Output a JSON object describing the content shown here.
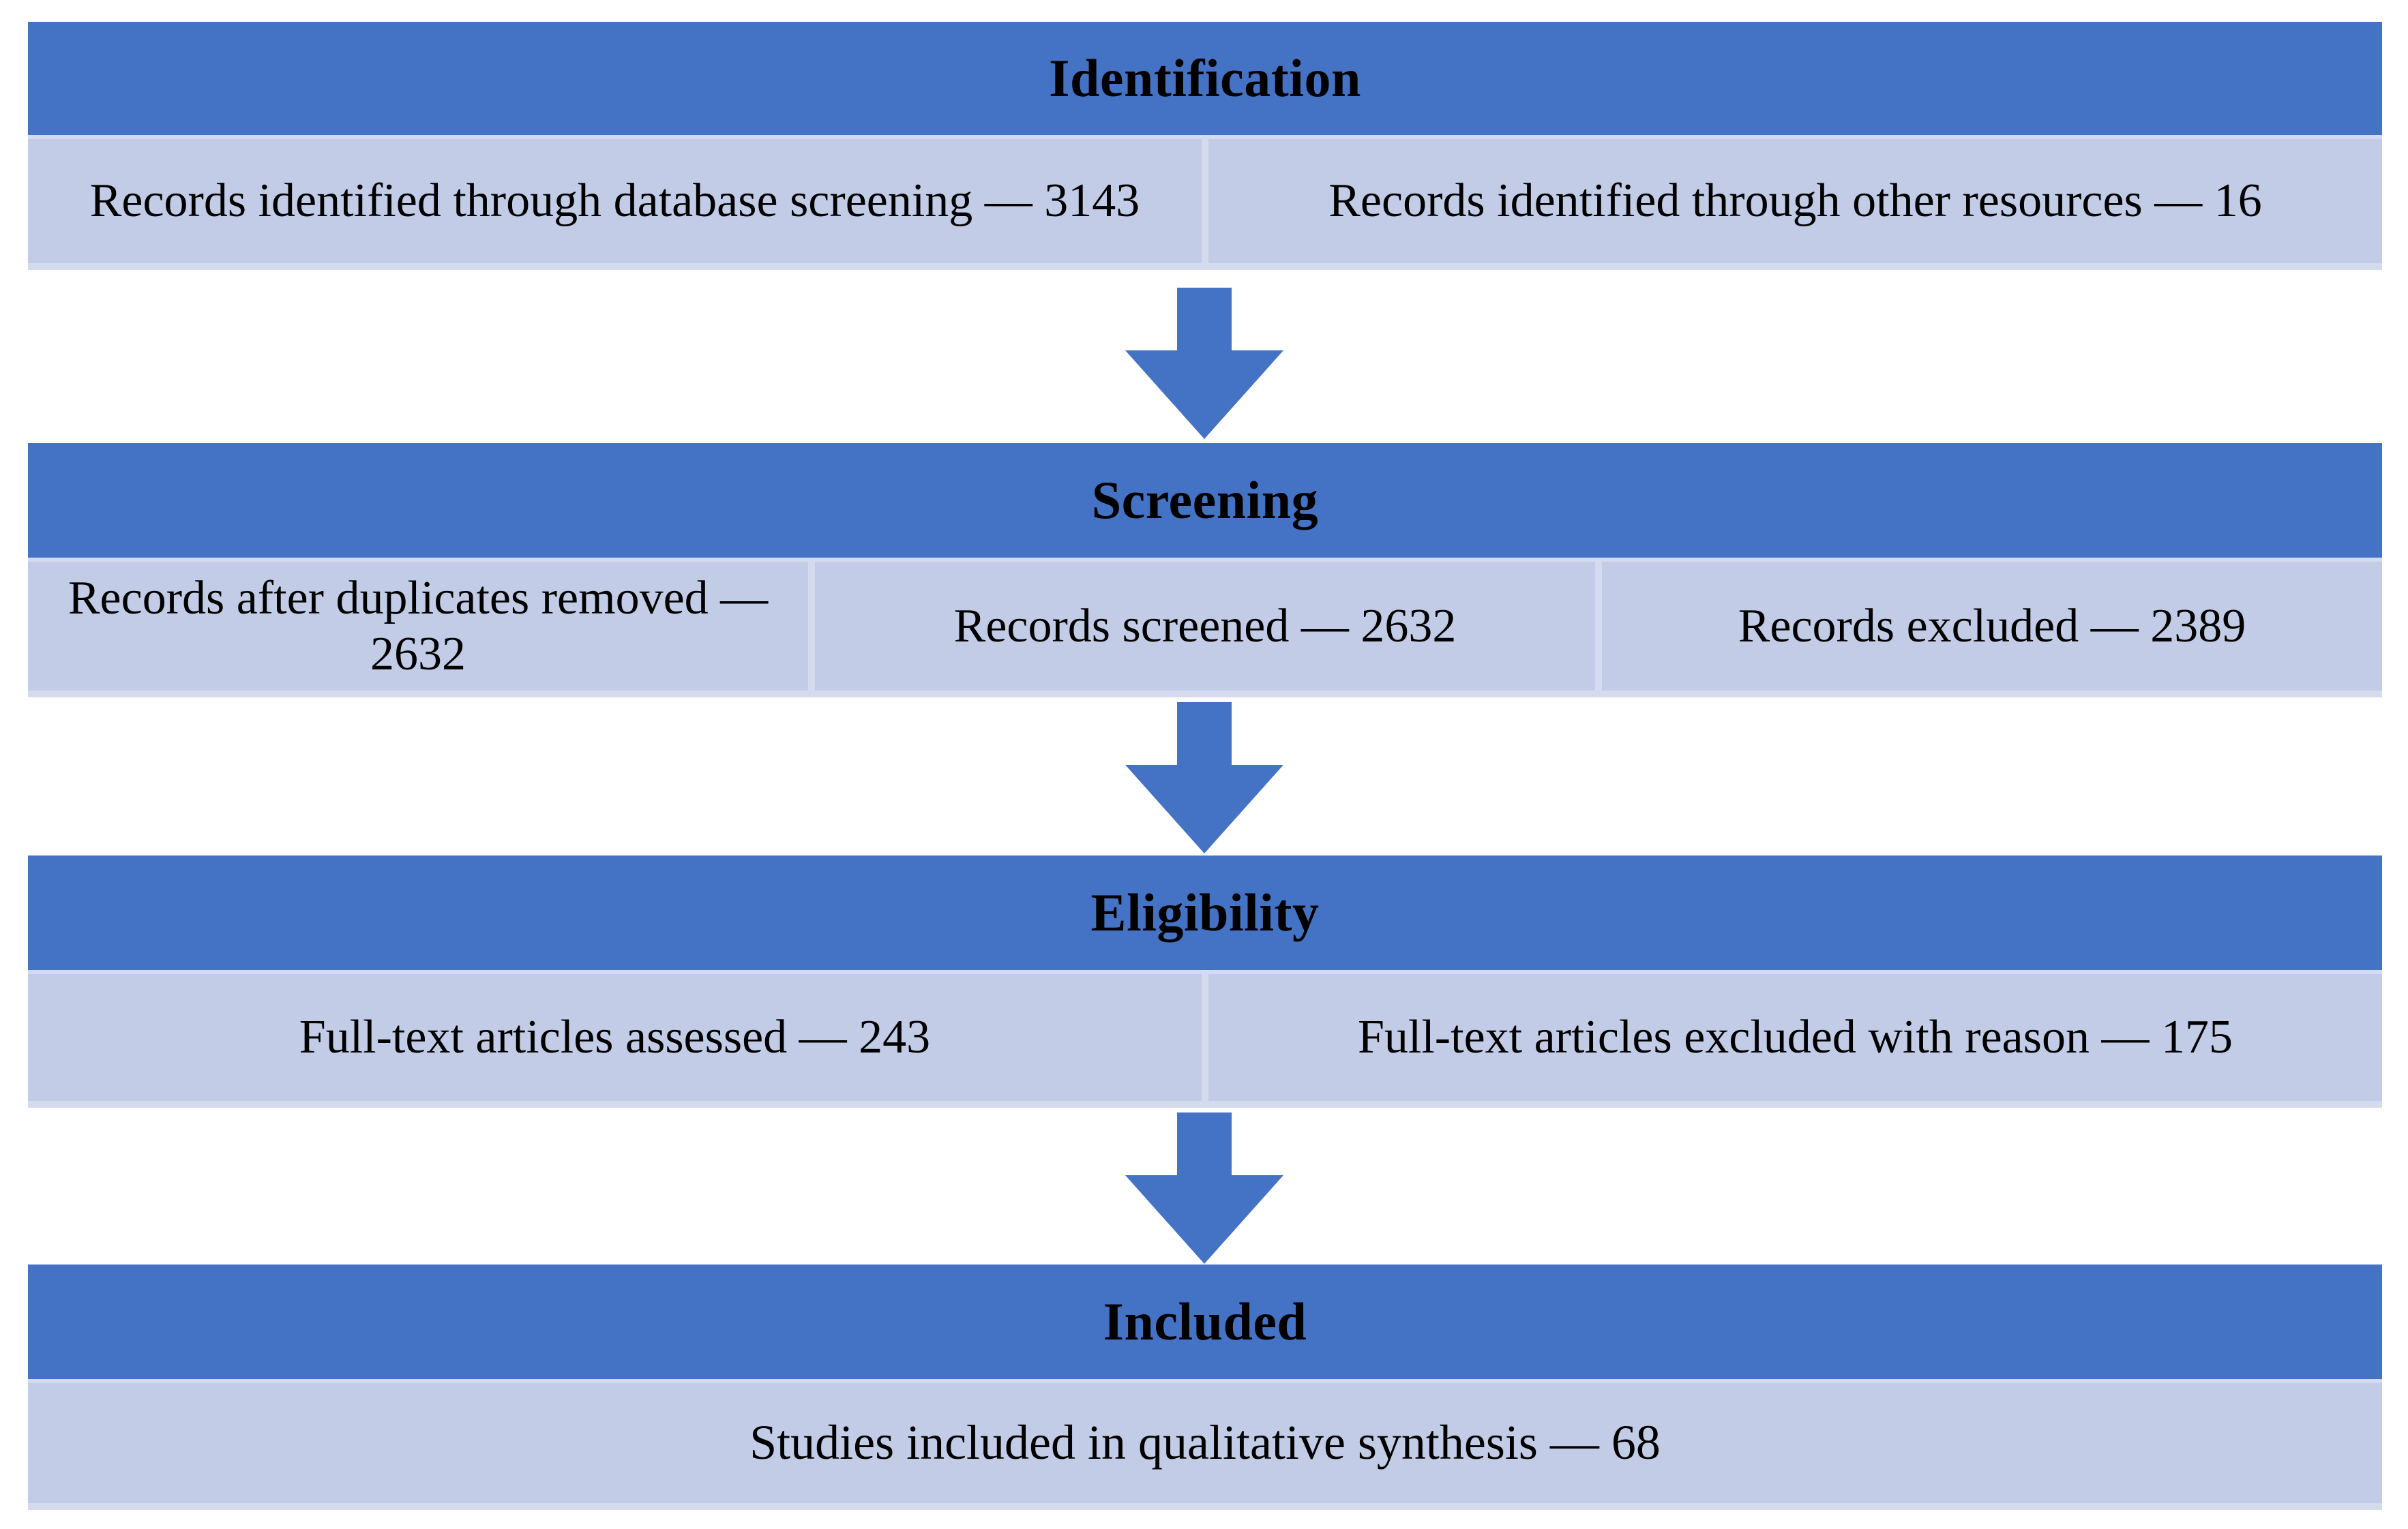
{
  "diagram": {
    "type": "prisma-flow-diagram",
    "colors": {
      "header_blue": "#4472C4",
      "body_light_blue": "#C2CCE7",
      "body_gap": "#D5DBEF",
      "arrow_blue": "#4472C4",
      "text": "#000000",
      "background": "#FFFFFF"
    },
    "stages": [
      {
        "id": "identification",
        "title": "Identification",
        "boxes": [
          {
            "text": "Records identified through database screening —  3143",
            "label": "Records identified through database screening",
            "value": 3143
          },
          {
            "text": "Records identified through other resources — 16",
            "label": "Records identified through other resources",
            "value": 16
          }
        ]
      },
      {
        "id": "screening",
        "title": "Screening",
        "boxes": [
          {
            "text": "Records after duplicates removed — 2632",
            "label": "Records after duplicates removed",
            "value": 2632
          },
          {
            "text": "Records screened  — 2632",
            "label": "Records screened",
            "value": 2632
          },
          {
            "text": "Records excluded  — 2389",
            "label": "Records excluded",
            "value": 2389
          }
        ]
      },
      {
        "id": "eligibility",
        "title": "Eligibility",
        "boxes": [
          {
            "text": "Full-text articles assessed  —  243",
            "label": "Full-text articles assessed",
            "value": 243
          },
          {
            "text": "Full-text articles excluded with reason  —  175",
            "label": "Full-text articles excluded with reason",
            "value": 175
          }
        ]
      },
      {
        "id": "included",
        "title": "Included",
        "boxes": [
          {
            "text": "Studies included in qualitative synthesis  — 68",
            "label": "Studies included in qualitative synthesis",
            "value": 68
          }
        ]
      }
    ],
    "arrows": [
      {
        "id": "arrow-identification-to-screening",
        "direction": "down"
      },
      {
        "id": "arrow-screening-to-eligibility",
        "direction": "down"
      },
      {
        "id": "arrow-eligibility-to-included",
        "direction": "down"
      }
    ]
  }
}
